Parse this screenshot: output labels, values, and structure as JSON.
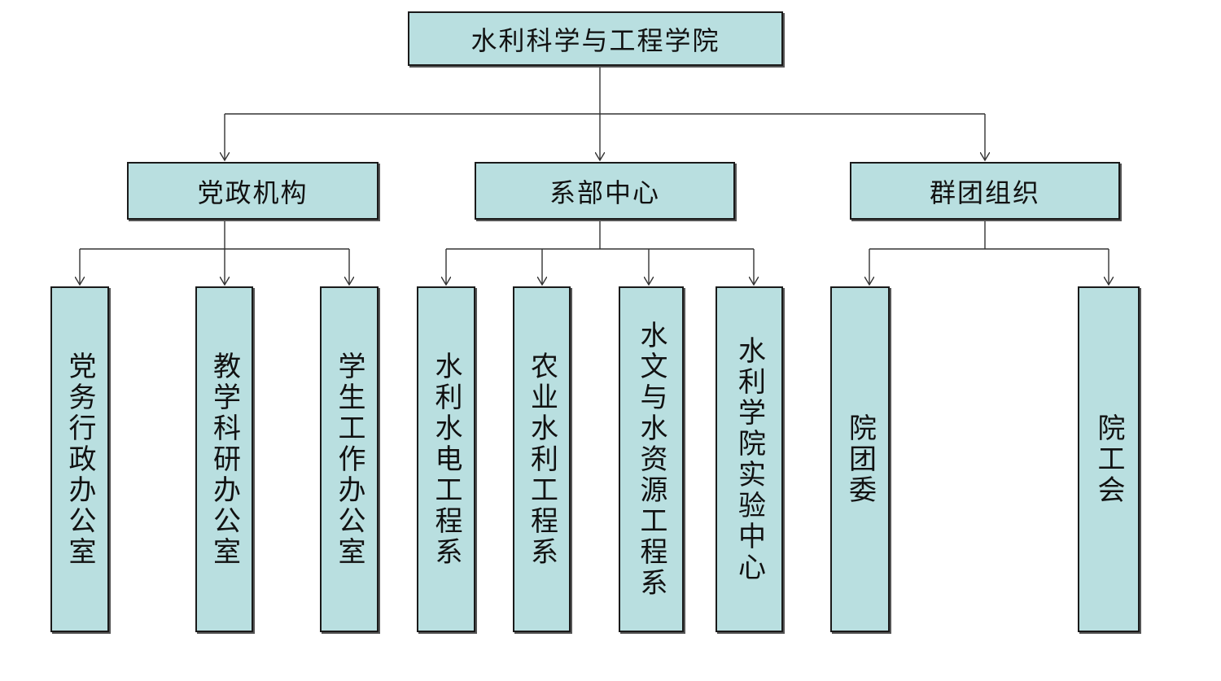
{
  "colors": {
    "box_fill": "#b9dfe0",
    "box_border": "#1a1a1a",
    "line": "#333333"
  },
  "root": {
    "label": "水利科学与工程学院"
  },
  "groups": [
    {
      "label": "党政机构",
      "children": [
        "党务行政办公室",
        "教学科研办公室",
        "学生工作办公室"
      ]
    },
    {
      "label": "系部中心",
      "children": [
        "水利水电工程系",
        "农业水利工程系",
        "水文与水资源工程系",
        "水利学院实验中心"
      ]
    },
    {
      "label": "群团组织",
      "children": [
        "院团委",
        "院工会"
      ]
    }
  ]
}
